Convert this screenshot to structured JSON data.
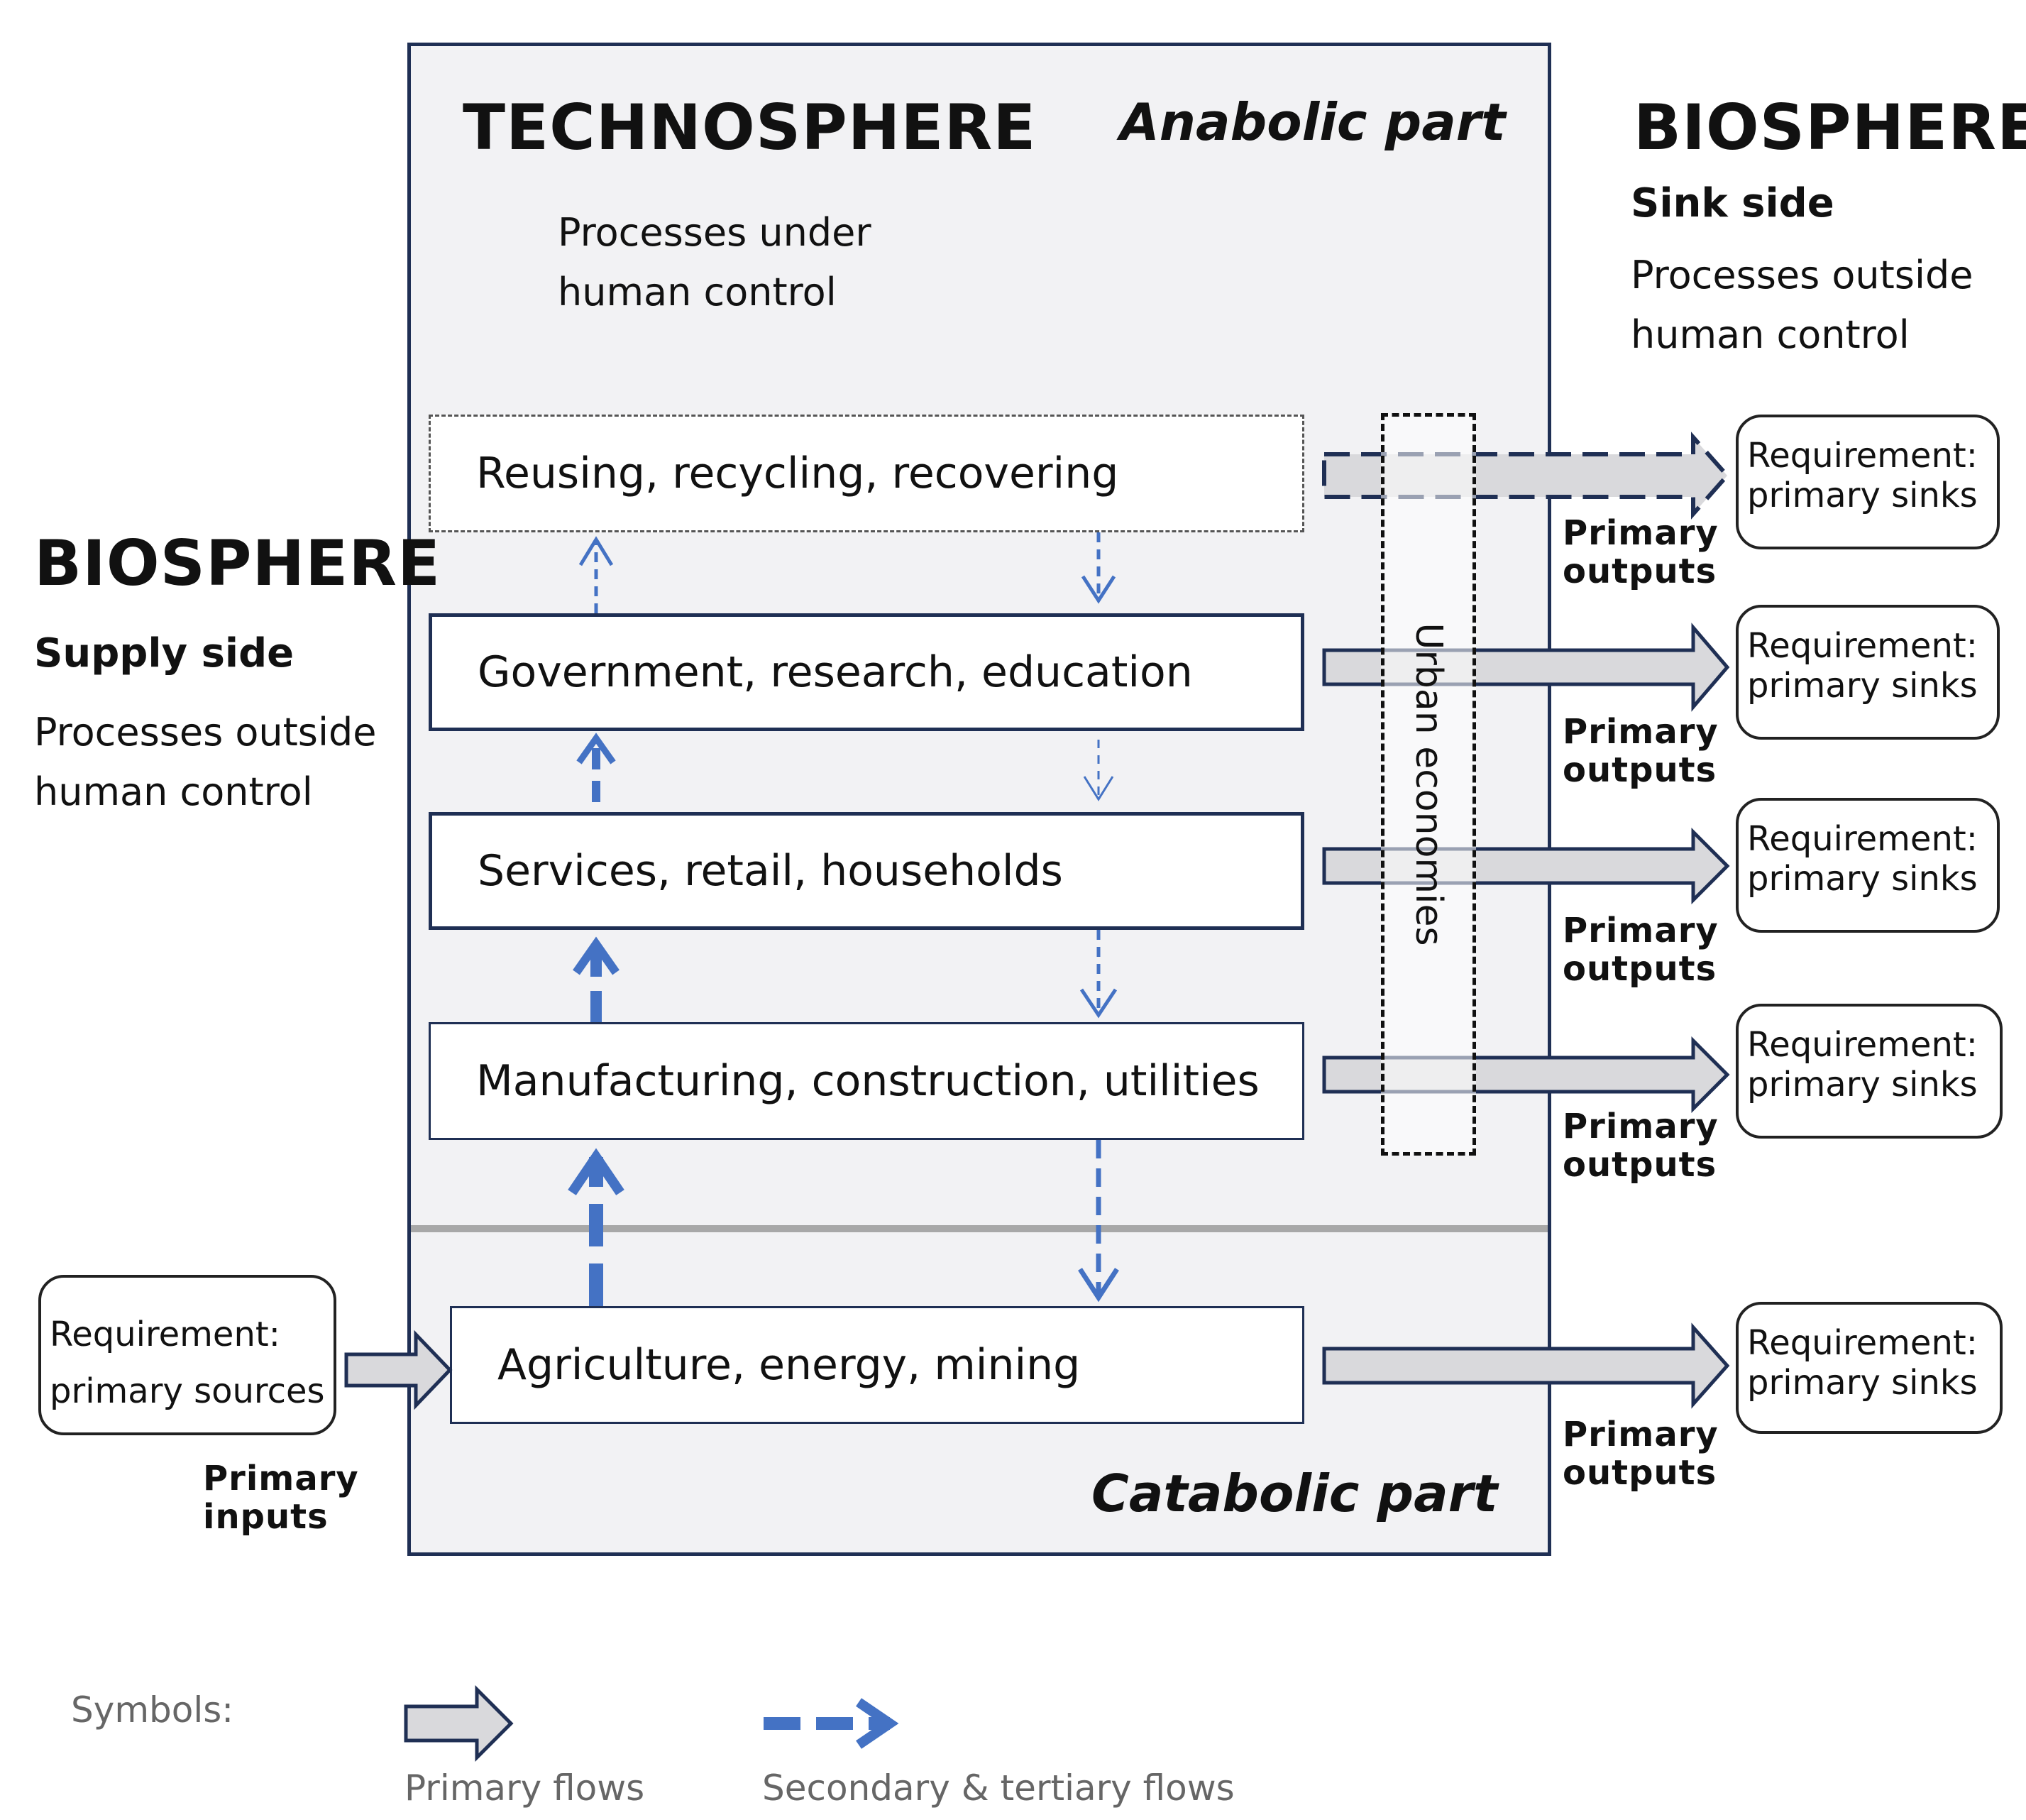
{
  "technosphere": {
    "title": "TECHNOSPHERE",
    "anabolic_label": "Anabolic part",
    "catabolic_label": "Catabolic part",
    "desc_line1": "Processes under",
    "desc_line2": "human control"
  },
  "biosphere_left": {
    "title": "BIOSPHERE",
    "side": "Supply side",
    "desc_line1": "Processes outside",
    "desc_line2": "human control"
  },
  "biosphere_right": {
    "title": "BIOSPHERE",
    "side": "Sink side",
    "desc_line1": "Processes outside",
    "desc_line2": "human control"
  },
  "sectors": [
    {
      "label": "Reusing, recycling, recovering"
    },
    {
      "label": "Government, research, education"
    },
    {
      "label": "Services, retail, households"
    },
    {
      "label": "Manufacturing, construction, utilities"
    },
    {
      "label": "Agriculture, energy, mining"
    }
  ],
  "urban_label": "Urban economies",
  "sink_requirement": {
    "line1": "Requirement:",
    "line2": "primary sinks"
  },
  "source_requirement": {
    "line1": "Requirement:",
    "line2": "primary sources"
  },
  "primary_outputs": {
    "line1": "Primary",
    "line2": "outputs"
  },
  "primary_inputs": {
    "line1": "Primary",
    "line2": "inputs"
  },
  "symbols": {
    "title": "Symbols:",
    "primary_flows": "Primary flows",
    "secondary_flows": "Secondary & tertiary flows"
  },
  "colors": {
    "box_border": "#1f2f54",
    "primary_fill": "#d9d9dc",
    "secondary_blue": "#4472c4",
    "technosphere_bg": "#f2f2f4"
  }
}
